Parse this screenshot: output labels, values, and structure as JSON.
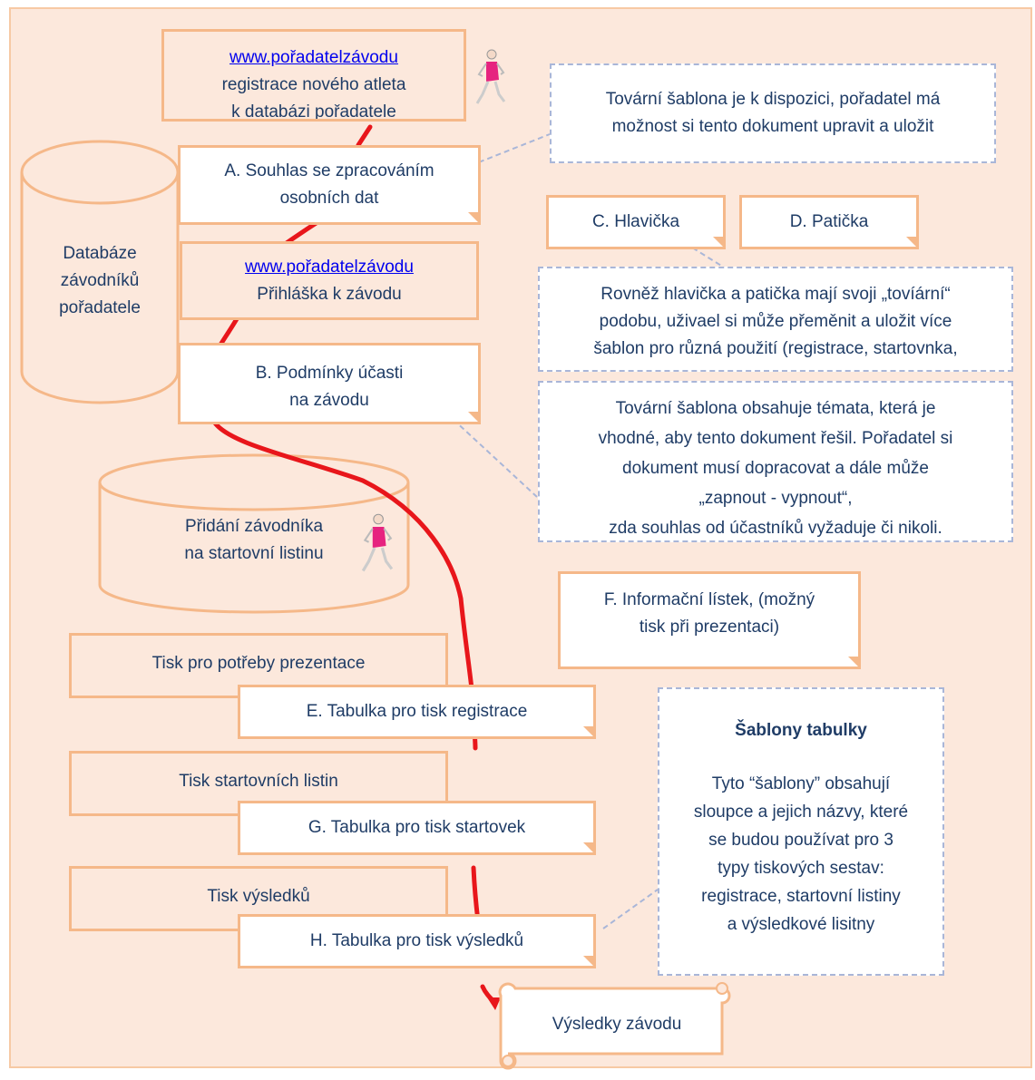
{
  "top_box": {
    "url": "www.pořadatelzávodu",
    "line1": "registrace nového atleta",
    "line2": "k databázi pořadatele"
  },
  "db_box": {
    "line1": "Databáze",
    "line2": "závodníků",
    "line3": "pořadatele"
  },
  "box_a": {
    "line1": "A. Souhlas se zpracováním",
    "line2": "osobních dat"
  },
  "box_prihlaska": {
    "url": "www.pořadatelzávodu",
    "line1": "Přihláška k závodu"
  },
  "box_b": {
    "line1": "B. Podmínky účasti",
    "line2": "na závodu"
  },
  "start_list_db": {
    "line1": "Přidání závodníka",
    "line2": "na startovní listinu"
  },
  "note_template": {
    "line1": "Tovární šablona je k dispozici, pořadatel má",
    "line2": "možnost si tento dokument upravit a uložit"
  },
  "box_c": {
    "label": "C. Hlavička"
  },
  "box_d": {
    "label": "D. Patička"
  },
  "note_header_footer": {
    "line1": "Rovněž hlavička a patička mají svoji „tovíární“",
    "line2": "podobu, uživael si může přeměnit a uložit více",
    "line3": "šablon pro různá použití (registrace, startovnka,"
  },
  "note_conditions": {
    "line1": "Tovární šablona obsahuje témata, která je",
    "line2": "vhodné, aby tento dokument řešil. Pořadatel si",
    "line3": "dokument musí dopracovat a dále může",
    "line4": "„zapnout - vypnout“,",
    "line5": "zda souhlas od účastníků vyžaduje či nikoli."
  },
  "box_f": {
    "line1": "F. Informační lístek, (možný",
    "line2": "tisk při prezentaci)"
  },
  "print_presentation": {
    "label": "Tisk pro potřeby prezentace"
  },
  "box_e": {
    "label": "E. Tabulka pro tisk registrace"
  },
  "print_start": {
    "label": "Tisk startovních listin"
  },
  "box_g": {
    "label": "G. Tabulka pro tisk startovek"
  },
  "print_results": {
    "label": "Tisk výsledků"
  },
  "box_h": {
    "label": "H. Tabulka pro tisk výsledků"
  },
  "note_tables": {
    "title": "Šablony tabulky",
    "line1": "Tyto “šablony” obsahují",
    "line2": "sloupce a jejich názvy, které",
    "line3": "se budou používat pro 3",
    "line4": "typy tiskových sestav:",
    "line5": "registrace, startovní listiny",
    "line6": "a výsledkové lisitny"
  },
  "results_scroll": {
    "label": "Výsledky závodu"
  },
  "icons": [
    "runner-icon",
    "runner-icon"
  ],
  "colors": {
    "background": "#fce8dc",
    "border": "#f5b889",
    "path": "#e8161b",
    "text": "#1f3c66",
    "dashed": "#a9b6d8"
  }
}
